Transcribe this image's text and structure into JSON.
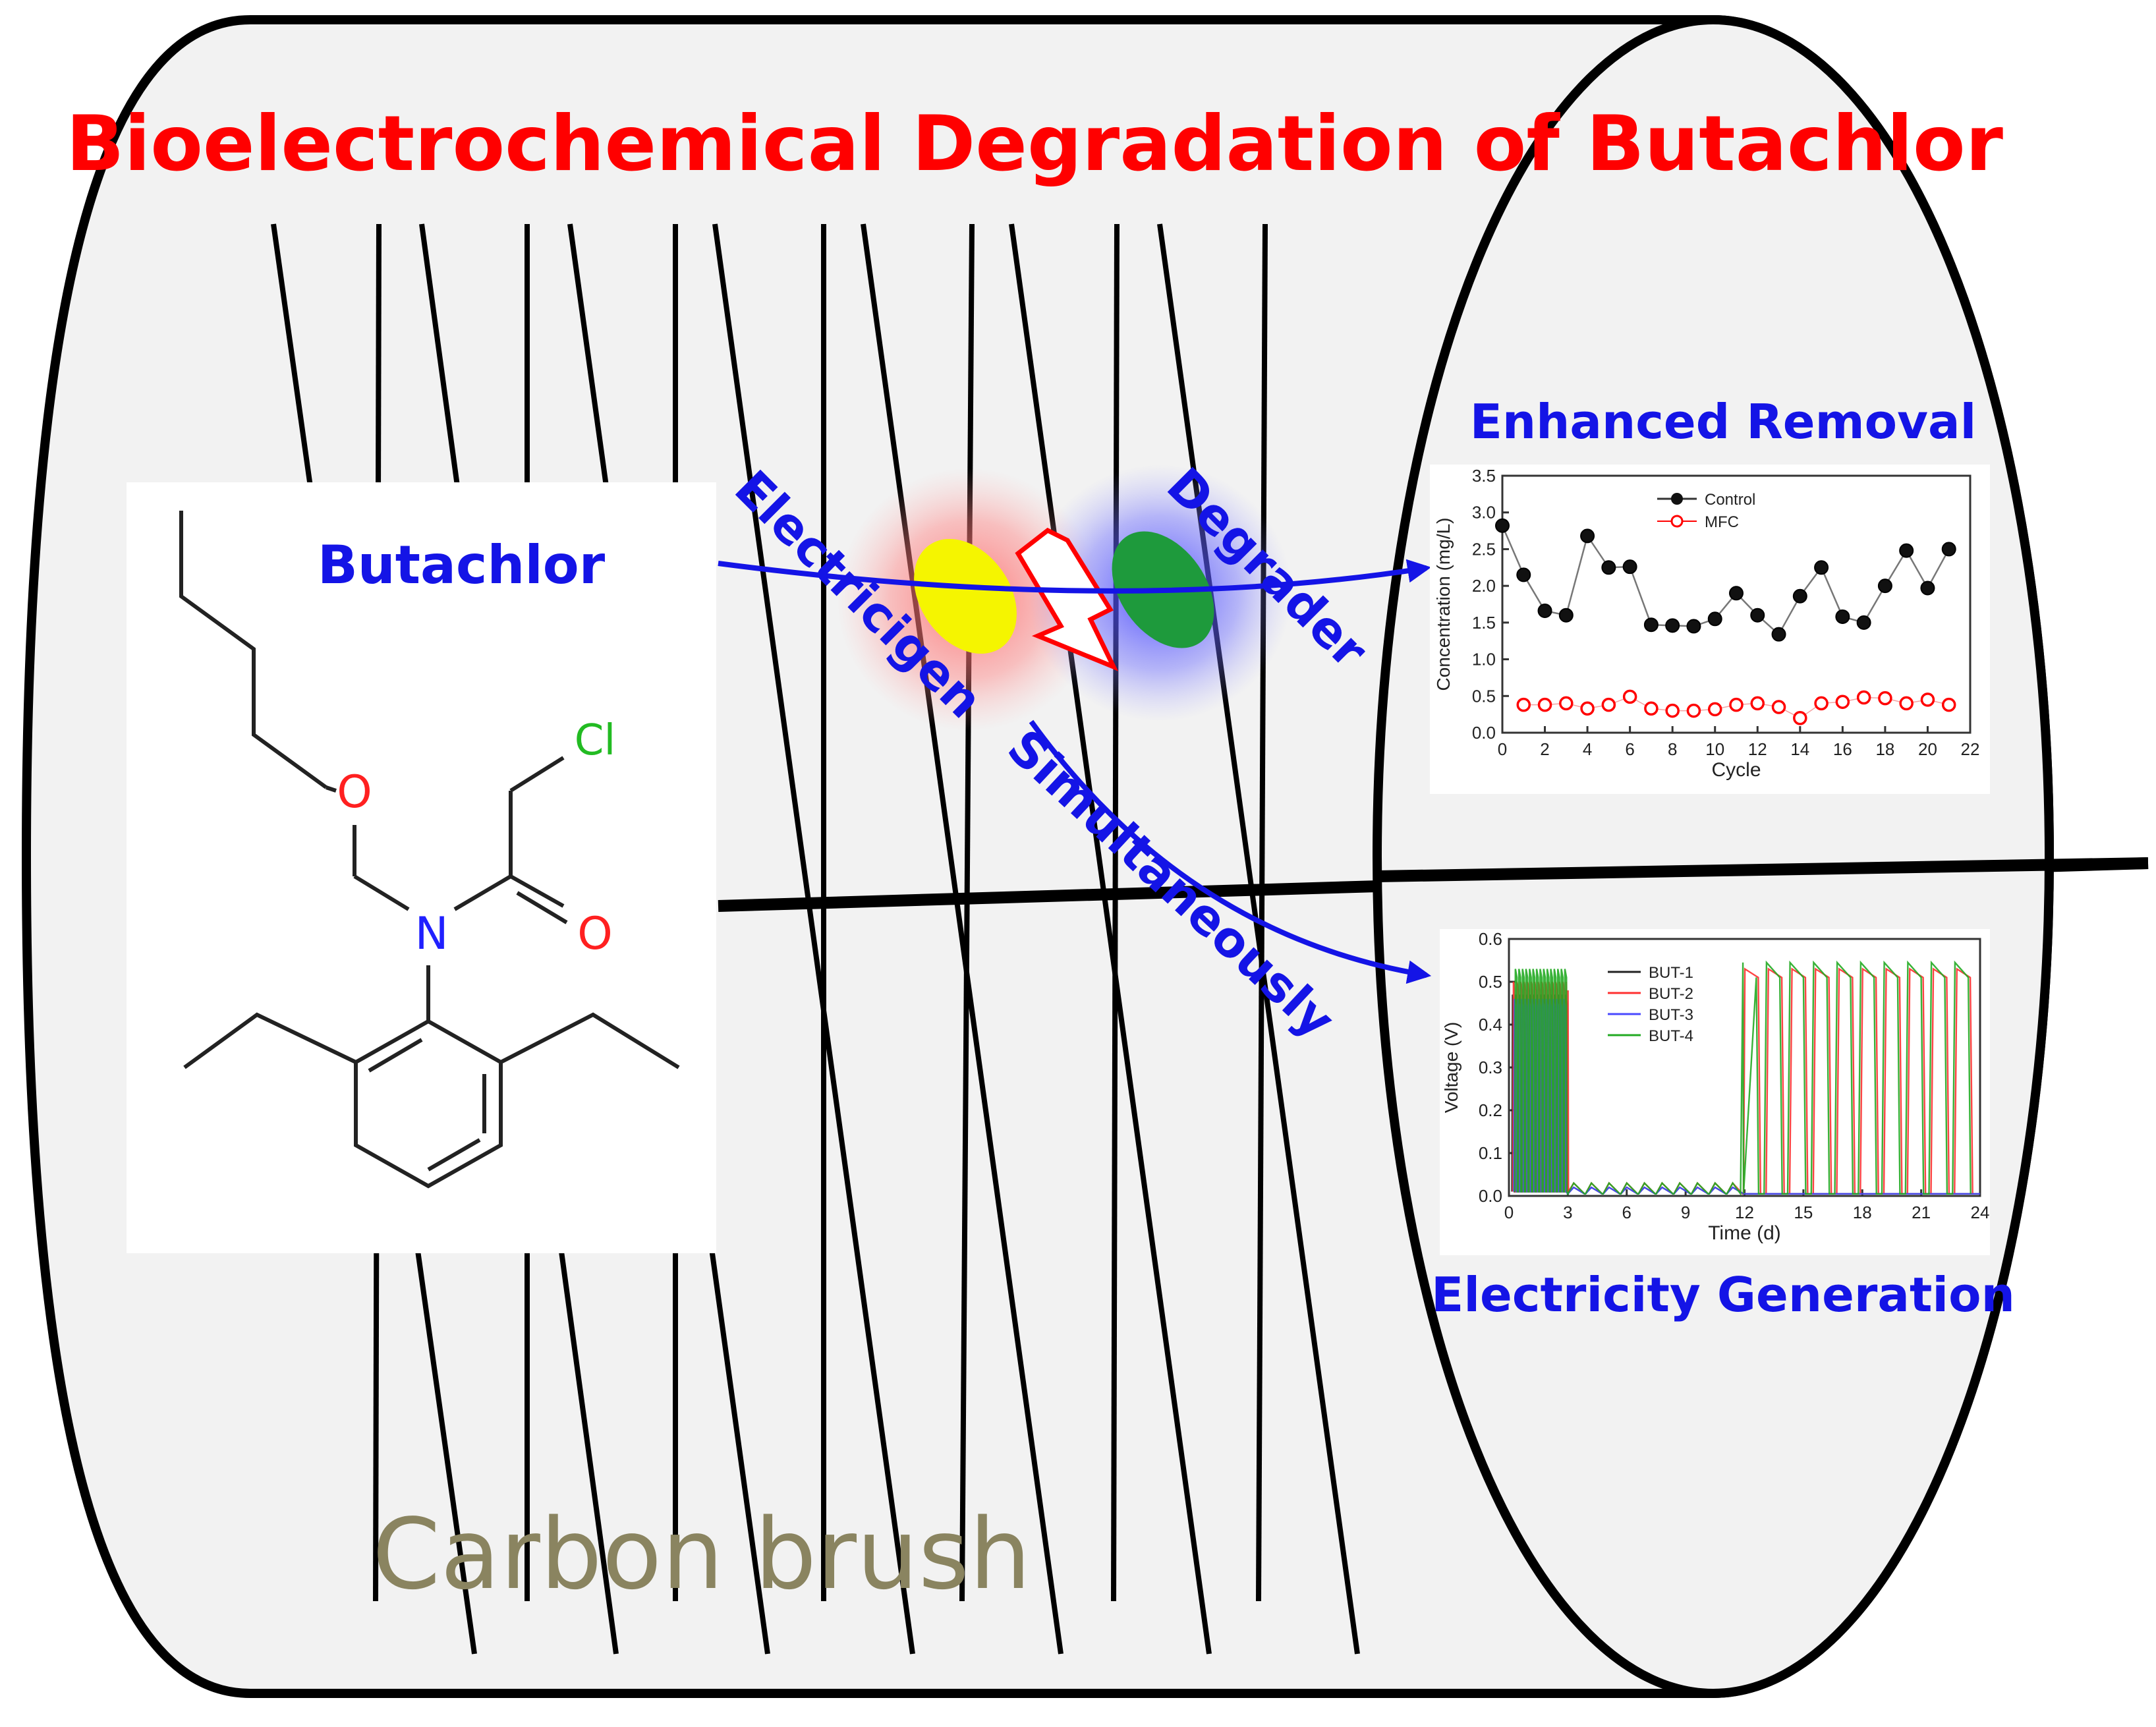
{
  "title": "Bioelectrochemical Degradation of Butachlor",
  "molecule": {
    "name": "Butachlor",
    "atoms": {
      "O": "O",
      "N": "N",
      "Cl": "Cl",
      "O2": "O"
    }
  },
  "labels": {
    "electricigen": "Electricigen",
    "degrader": "Degrader",
    "simultaneously": "Simultaneously",
    "carbon_brush": "Carbon brush",
    "enhanced_removal": "Enhanced Removal",
    "electricity_generation": "Electricity Generation"
  },
  "colors": {
    "title": "#ff0000",
    "blue_text": "#1414e6",
    "electricigen_cell": "#f5f500",
    "degrader_cell": "#1e9a3c",
    "carbon_brush_text": "#8a8460",
    "lightning": "#ff0000"
  },
  "icons": [
    "lightning-icon",
    "electricigen-cell-icon",
    "degrader-cell-icon"
  ],
  "chart_data": [
    {
      "type": "scatter",
      "title": "",
      "xlabel": "Cycle",
      "ylabel": "Concentration (mg/L)",
      "xlim": [
        0,
        22
      ],
      "ylim": [
        0,
        3.5
      ],
      "xticks": [
        0,
        2,
        4,
        6,
        8,
        10,
        12,
        14,
        16,
        18,
        20,
        22
      ],
      "yticks": [
        0.0,
        0.5,
        1.0,
        1.5,
        2.0,
        2.5,
        3.0,
        3.5
      ],
      "legend": "top-center",
      "series": [
        {
          "name": "Control",
          "x": [
            0,
            1,
            2,
            3,
            4,
            5,
            6,
            7,
            8,
            9,
            10,
            11,
            12,
            13,
            14,
            15,
            16,
            17,
            18,
            19,
            20,
            21
          ],
          "y": [
            2.82,
            2.15,
            1.66,
            1.6,
            2.68,
            2.25,
            2.26,
            1.47,
            1.46,
            1.45,
            1.55,
            1.9,
            1.6,
            1.34,
            1.86,
            2.25,
            1.58,
            1.5,
            2.0,
            2.48,
            1.97,
            2.5
          ],
          "color": "#000000"
        },
        {
          "name": "MFC",
          "x": [
            1,
            2,
            3,
            4,
            5,
            6,
            7,
            8,
            9,
            10,
            11,
            12,
            13,
            14,
            15,
            16,
            17,
            18,
            19,
            20,
            21
          ],
          "y": [
            0.38,
            0.38,
            0.4,
            0.33,
            0.38,
            0.49,
            0.33,
            0.3,
            0.3,
            0.32,
            0.38,
            0.4,
            0.35,
            0.2,
            0.4,
            0.42,
            0.48,
            0.47,
            0.4,
            0.45,
            0.38
          ],
          "color": "#ff0000"
        }
      ]
    },
    {
      "type": "line",
      "title": "",
      "xlabel": "Time (d)",
      "ylabel": "Voltage (V)",
      "xlim": [
        0,
        24
      ],
      "ylim": [
        0,
        0.6
      ],
      "xticks": [
        0,
        3,
        6,
        9,
        12,
        15,
        18,
        21,
        24
      ],
      "yticks": [
        0.0,
        0.1,
        0.2,
        0.3,
        0.4,
        0.5,
        0.6
      ],
      "legend": "top-center",
      "series": [
        {
          "name": "BUT-1",
          "color": "#222222",
          "peak_early": 0.47,
          "late_cycles": []
        },
        {
          "name": "BUT-2",
          "color": "#ff3030",
          "peak_early": 0.5,
          "late_cycles": [
            11.9,
            13.1,
            14.3,
            15.5,
            16.7,
            17.9,
            19.1,
            20.3,
            21.5,
            22.7
          ]
        },
        {
          "name": "BUT-3",
          "color": "#4a4aff",
          "peak_early": 0.46,
          "late_cycles": []
        },
        {
          "name": "BUT-4",
          "color": "#22aa22",
          "peak_early": 0.53,
          "late_cycles": [
            11.9,
            13.1,
            14.3,
            15.5,
            16.7,
            17.9,
            19.1,
            20.3,
            21.5,
            22.7
          ]
        }
      ],
      "late_peak": 0.54,
      "baseline_early_to_day": 3.0,
      "baseline_mid_level": 0.02,
      "baseline_mid_until_day": 11.5
    }
  ]
}
